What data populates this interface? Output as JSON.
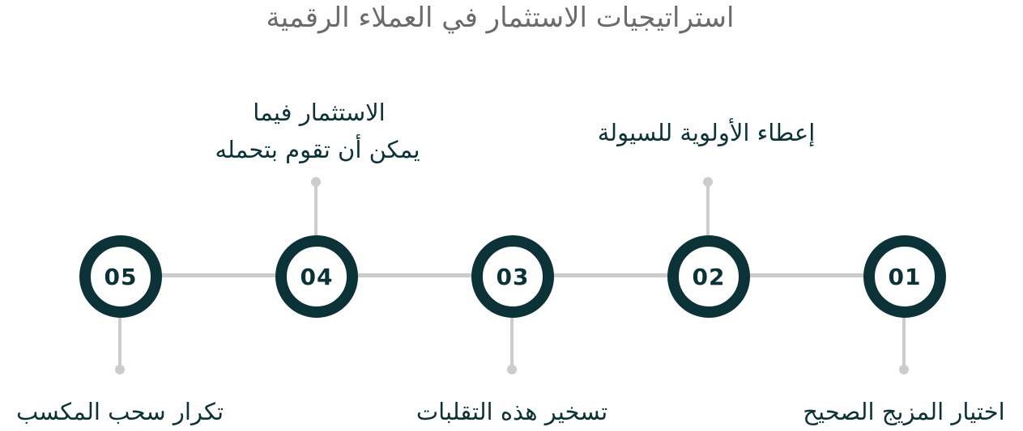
{
  "title": "استراتيجيات الاستثمار في العملاء الرقمية",
  "colors": {
    "primary": "#0b3236",
    "connector": "#cccccc",
    "title": "#6b6b6b"
  },
  "steps": [
    {
      "number": "01",
      "label": "اختيار المزيج الصحيح"
    },
    {
      "number": "02",
      "label": "إعطاء الأولوية للسيولة"
    },
    {
      "number": "03",
      "label": "تسخير هذه التقلبات"
    },
    {
      "number": "04",
      "label_line1": "الاستثمار فيما",
      "label_line2": "يمكن أن تقوم بتحمله"
    },
    {
      "number": "05",
      "label": "تكرار سحب المكسب"
    }
  ]
}
